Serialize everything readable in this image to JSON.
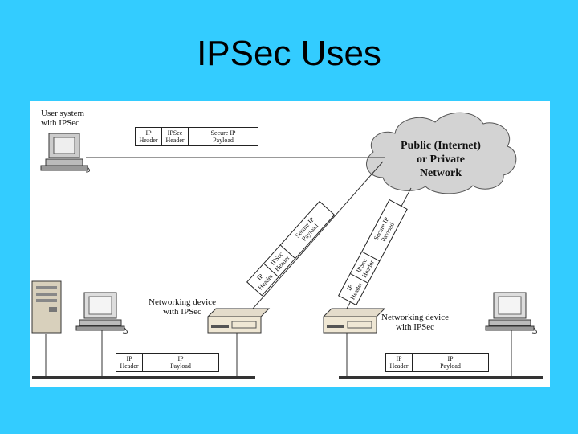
{
  "title": "IPSec Uses",
  "labels": {
    "user_system": [
      "User system",
      "with IPSec"
    ],
    "device_left": [
      "Networking device",
      "with IPSec"
    ],
    "device_right": [
      "Networking device",
      "with IPSec"
    ],
    "network": [
      "Public (Internet)",
      "or Private",
      "Network"
    ]
  },
  "packets": {
    "secure": [
      {
        "text": [
          "IP",
          "Header"
        ]
      },
      {
        "text": [
          "IPSec",
          "Header"
        ]
      },
      {
        "text": [
          "Secure IP",
          "Payload"
        ]
      }
    ],
    "plain": [
      {
        "text": [
          "IP",
          "Header"
        ]
      },
      {
        "text": [
          "IP",
          "Payload"
        ]
      }
    ]
  }
}
